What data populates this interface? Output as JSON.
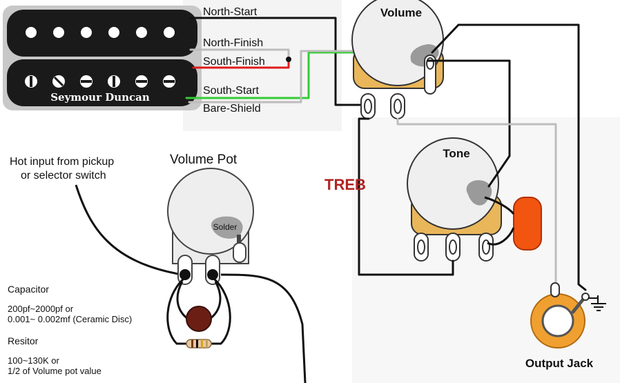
{
  "pickup": {
    "brand": "Seymour Duncan",
    "wires": {
      "north_start": "North-Start",
      "north_finish": "North-Finish",
      "south_finish": "South-Finish",
      "south_start": "South-Start",
      "bare_shield": "Bare-Shield"
    }
  },
  "controls": {
    "volume": "Volume",
    "tone": "Tone",
    "output_jack": "Output Jack",
    "treble_fragment": "TREB"
  },
  "treble_bleed": {
    "hot_input": [
      "Hot input from pickup",
      "or selector switch"
    ],
    "volume_pot": "Volume Pot",
    "solder": "Solder",
    "capacitor_title": "Capacitor",
    "capacitor_value": [
      "200pf~2000pf or",
      "0.001~ 0.002mf (Ceramic Disc)"
    ],
    "resistor_title": "Resitor",
    "resistor_value": [
      "100~130K or",
      "1/2 of Volume pot value"
    ]
  },
  "colors": {
    "pickup_body": "#1a1a1a",
    "pot_body": "#efefef",
    "pot_base": "#e9b65a",
    "red_wire": "#e01b1b",
    "green_wire": "#33cc33",
    "gray_wire": "#bdbdbd",
    "tone_cap": "#f2550f",
    "jack_ring": "#f0a030",
    "solder": "#9a9a9a",
    "treble_text": "#b22222",
    "ceramic_cap": "#6b1f14"
  }
}
